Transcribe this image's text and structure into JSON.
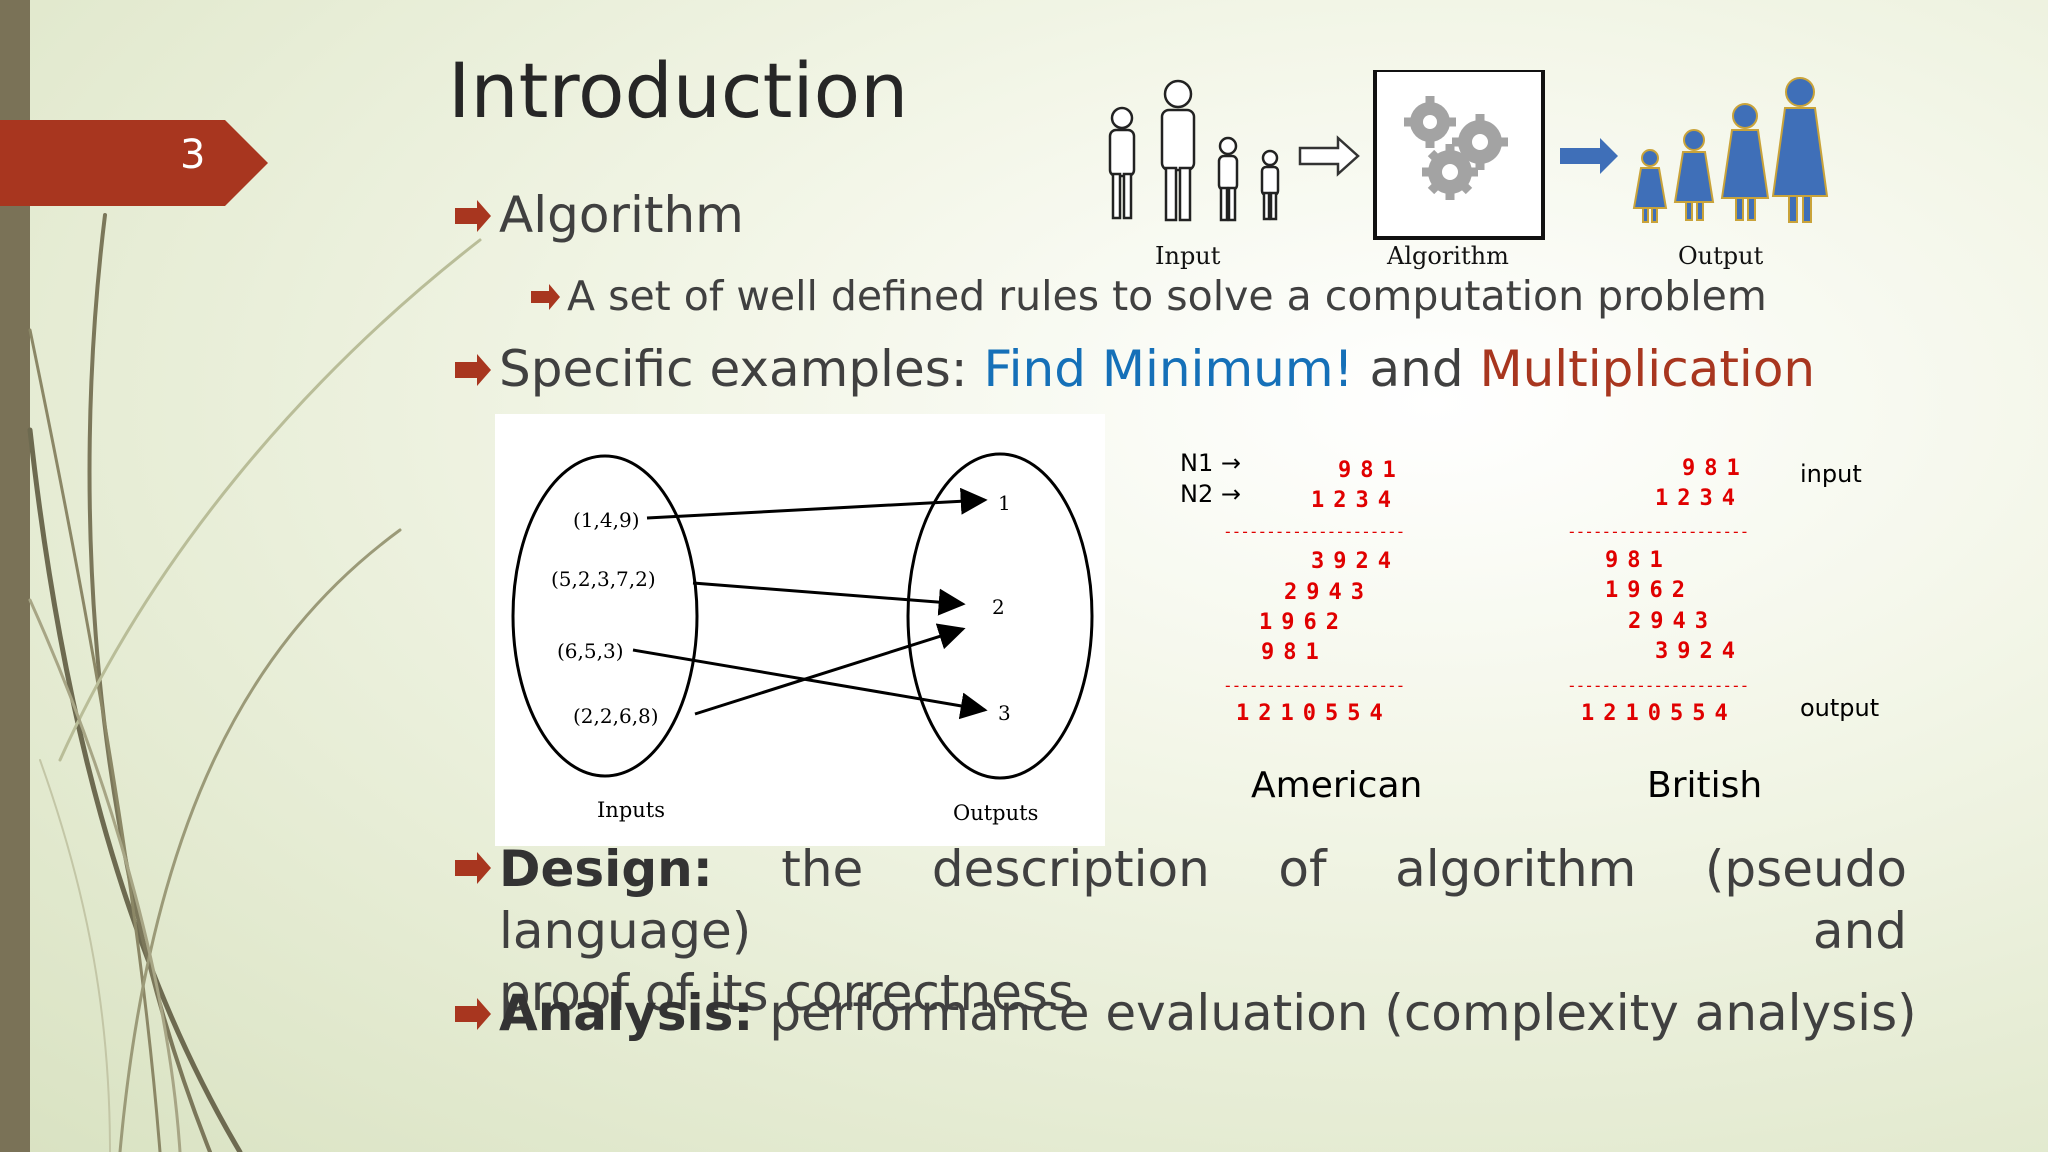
{
  "slide_number": "3",
  "title": "Introduction",
  "bullets": {
    "algorithm": "Algorithm",
    "algorithm_sub": "A set of well defined rules to solve a computation problem",
    "examples_prefix": "Specific examples: ",
    "examples_find": "Find Minimum!",
    "examples_and": " and ",
    "examples_mult": "Multiplication",
    "design_label": "Design:",
    "design_text_1": " the description of algorithm (pseudo language) and",
    "design_text_2": "proof of its correctness",
    "analysis_label": "Analysis:",
    "analysis_text": " performance evaluation (complexity analysis)"
  },
  "top_figure": {
    "input_label": "Input",
    "algorithm_label": "Algorithm",
    "output_label": "Output"
  },
  "mapping_figure": {
    "inputs": [
      "(1,4,9)",
      "(5,2,3,7,2)",
      "(6,5,3)",
      "(2,2,6,8)"
    ],
    "outputs": [
      "1",
      "2",
      "3"
    ],
    "inputs_label": "Inputs",
    "outputs_label": "Outputs"
  },
  "multiplication": {
    "n1_label": "N1 →",
    "n2_label": "N2 →",
    "american": {
      "n1": "981",
      "n2": "1234",
      "partials": [
        "3924",
        "2943",
        "1962",
        "981"
      ],
      "result": "1210554",
      "caption": "American"
    },
    "british": {
      "n1": "981",
      "n2": "1234",
      "partials": [
        "981",
        "1962",
        "2943",
        "3924"
      ],
      "result": "1210554",
      "caption": "British"
    },
    "input_label": "input",
    "output_label": "output",
    "dashes": "---------------------"
  },
  "colors": {
    "accent_red": "#a8361f",
    "link_blue": "#1570b8",
    "people_blue": "#3f6fb8"
  }
}
